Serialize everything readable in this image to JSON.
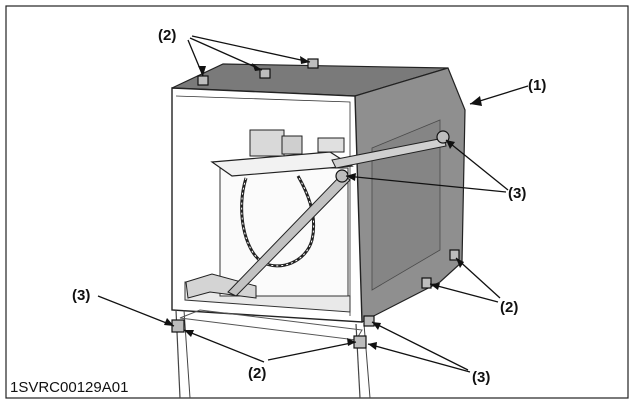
{
  "figure": {
    "code": "1SVRC00129A01",
    "callouts": {
      "one": "(1)",
      "two_top": "(2)",
      "two_right": "(2)",
      "two_bottom": "(2)",
      "three_left": "(3)",
      "three_right": "(3)",
      "three_bottom": "(3)"
    }
  },
  "colors": {
    "ink": "#111111",
    "cover_gray": "#8c8c8c",
    "cover_side_gray": "#9a9a9a",
    "top_dark": "#6e6e6e",
    "line_gray": "#555555"
  }
}
